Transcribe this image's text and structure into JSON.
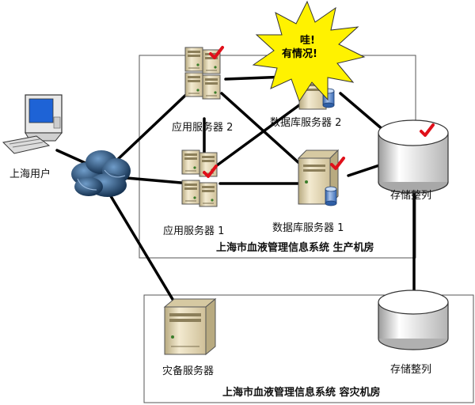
{
  "rooms": {
    "production": "上海市血液管理信息系统 生产机房",
    "disaster": "上海市血液管理信息系统 容灾机房"
  },
  "nodes": {
    "user": "上海用户",
    "app_server_2": "应用服务器 2",
    "app_server_1": "应用服务器 1",
    "db_server_2": "数据库服务器 2",
    "db_server_1": "数据库服务器 1",
    "storage_prod": "存储整列",
    "dr_server": "灾备服务器",
    "storage_dr": "存储整列"
  },
  "alert": {
    "line1": "哇!",
    "line2": "有情况!"
  },
  "icons": {
    "user": "desktop-computer-icon",
    "network": "cloud-icon",
    "servers": "server-tower-icon",
    "storage": "storage-drum-icon",
    "status": "checkmark-icon",
    "alert": "starburst-icon"
  },
  "colors": {
    "server_body": "#e8dcb4",
    "check": "#e0101a",
    "cloud": "#1d3f66",
    "burst": "#fff200",
    "db_can": "#4d7fc4"
  }
}
